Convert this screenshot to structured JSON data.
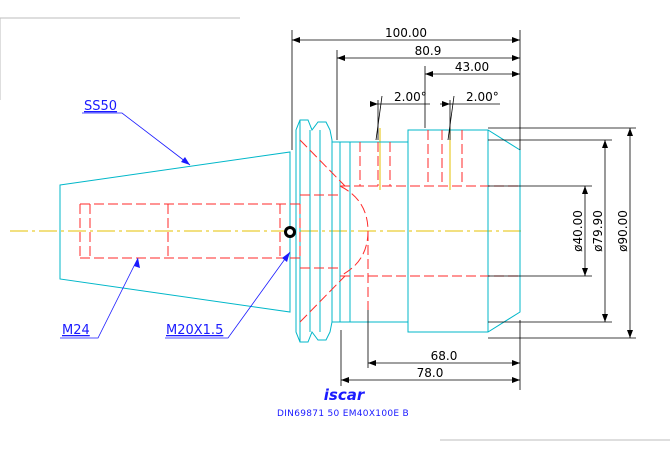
{
  "colors": {
    "outline": "#00b7c9",
    "hidden": "#ff2a2a",
    "center": "#e6c200",
    "dimension": "#000000",
    "callout": "#1a1aff",
    "frame": "#bdbdbd"
  },
  "dimensions": {
    "length_100": "100.00",
    "length_80_9": "80.9",
    "length_43": "43.00",
    "angle_left": "2.00°",
    "angle_right": "2.00°",
    "length_68": "68.0",
    "length_78": "78.0",
    "dia_40": "ø40.00",
    "dia_79_9": "ø79.90",
    "dia_90": "ø90.00"
  },
  "callouts": {
    "taper": "SS50",
    "thread_rear": "M24",
    "thread_front": "M20X1.5"
  },
  "title_block": {
    "logo_text": "iscar",
    "designation": "DIN69871 50 EM40X100E B"
  }
}
